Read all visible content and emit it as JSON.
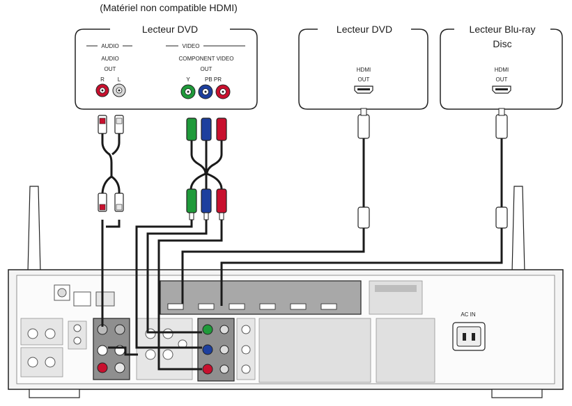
{
  "top_note": "(Matériel non compatible HDMI)",
  "dvd_left": {
    "title": "Lecteur DVD",
    "audio_header": "AUDIO",
    "video_header": "VIDEO",
    "audio_line1": "AUDIO",
    "audio_line2": "OUT",
    "audio_r": "R",
    "audio_l": "L",
    "video_line1": "COMPONENT VIDEO",
    "video_line2": "OUT",
    "video_y": "Y",
    "video_pbpr": "PB PR"
  },
  "dvd_right": {
    "title": "Lecteur DVD",
    "hdmi_label": "HDMI",
    "out_label": "OUT"
  },
  "bluray": {
    "title_line1": "Lecteur Blu-ray",
    "title_line2": "Disc",
    "hdmi_label": "HDMI",
    "out_label": "OUT"
  },
  "receiver": {
    "ac_in_label": "AC IN"
  },
  "colors": {
    "red": "#c8102e",
    "white": "#e8e8e8",
    "green": "#1f9a3a",
    "blue": "#1d3f9e",
    "cable": "#1a1a1a",
    "panel_bg": "#ffffff",
    "receiver_body": "#f4f4f4",
    "receiver_gray": "#d9d9d9",
    "receiver_dark": "#9a9a9a"
  }
}
